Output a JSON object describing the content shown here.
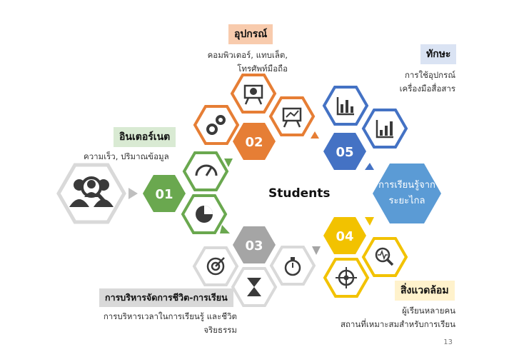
{
  "center": "Students",
  "nodes": [
    {
      "num": "01",
      "color": "#6aa84f"
    },
    {
      "num": "02",
      "color": "#e67e35"
    },
    {
      "num": "03",
      "color": "#a5a5a5"
    },
    {
      "num": "04",
      "color": "#f2c200"
    },
    {
      "num": "05",
      "color": "#4472c4"
    }
  ],
  "blue_hex_text": [
    "การเรียนรู้จาก",
    "ระยะไกล"
  ],
  "labels": {
    "internet": {
      "title": "อินเตอร์เนต",
      "desc": "ความเร็ว, ปริมาณข้อมูล",
      "bg": "#d9ead3"
    },
    "equipment": {
      "title": "อุปกรณ์",
      "desc1": "คอมพิวเตอร์, แทบเล็ต,",
      "desc2": "โทรศัพท์มือถือ",
      "bg": "#f8cbad"
    },
    "skills": {
      "title": "ทักษะ",
      "desc1": "การใช้อุปกรณ์",
      "desc2": "เครื่องมือสื่อสาร",
      "bg": "#dae3f3"
    },
    "management": {
      "title": "การบริหารจัดการชีวิต-การเรียน",
      "desc1": "การบริหารเวลาในการเรียนรู้ และชีวิต",
      "desc2": "จริยธรรม",
      "bg": "#d9d9d9"
    },
    "environment": {
      "title": "สิ่งแวดล้อม",
      "desc1": "ผู้เรียนหลายคน",
      "desc2": "สถานที่เหมาะสมสำหรับการเรียน",
      "bg": "#fff2cc"
    }
  },
  "page_number": "13"
}
